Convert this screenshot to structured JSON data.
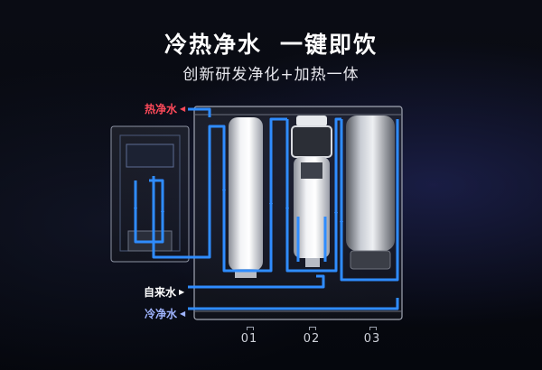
{
  "headline": {
    "part1": "冷热净水",
    "part2": "一键即饮"
  },
  "subtitle": "创新研发净化+加热一体",
  "labels": {
    "hot_water": "热净水",
    "tap_water": "自来水",
    "cold_water": "冷净水"
  },
  "modules": [
    "01",
    "02",
    "03"
  ],
  "colors": {
    "flow_line": "#2f8cff",
    "hot_label": "#ff4a5a",
    "cold_label": "#9fb4ff",
    "background": "#05070d"
  }
}
